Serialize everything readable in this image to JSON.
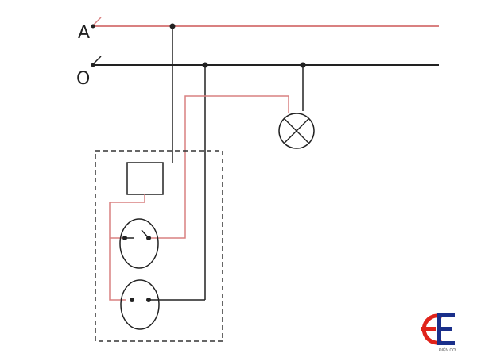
{
  "diagram": {
    "labels": {
      "phase": "A",
      "neutral": "O"
    },
    "colors": {
      "phase_wire": "#e35a5a",
      "neutral_wire": "#222222",
      "background": "#ffffff",
      "logo_red": "#e0231b",
      "logo_blue": "#1a2f8a"
    },
    "components": {
      "lamp": "lamp-icon",
      "fuse": "fuse-icon",
      "switch": "switch-icon",
      "socket": "socket-icon",
      "enclosure": "dashed-box"
    },
    "logo": {
      "letters": "CE",
      "tagline": "ĐIỆN CƠ"
    }
  }
}
